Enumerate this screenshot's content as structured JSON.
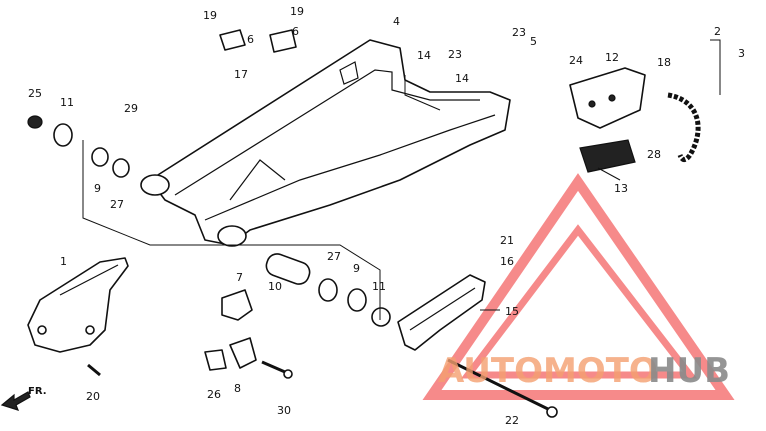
{
  "callouts": {
    "c1": "1",
    "c2": "2",
    "c3": "3",
    "c4": "4",
    "c5": "5",
    "c6a": "6",
    "c6b": "6",
    "c7": "7",
    "c8": "8",
    "c9a": "9",
    "c9b": "9",
    "c10": "10",
    "c11a": "11",
    "c11b": "11",
    "c12": "12",
    "c13": "13",
    "c14a": "14",
    "c14b": "14",
    "c15": "15",
    "c16": "16",
    "c17": "17",
    "c18": "18",
    "c19a": "19",
    "c19b": "19",
    "c20": "20",
    "c21": "21",
    "c22": "22",
    "c23a": "23",
    "c23b": "23",
    "c24": "24",
    "c25": "25",
    "c26": "26",
    "c27a": "27",
    "c27b": "27",
    "c28": "28",
    "c29": "29",
    "c30": "30"
  },
  "direction_label": "FR.",
  "watermark": {
    "text_colored": "AUTOMOTO",
    "text_gray": "HUB",
    "colors": {
      "triangle": "#ee2a2a",
      "text_colored": "#f4a070",
      "text_gray": "#8a8a8a"
    }
  }
}
